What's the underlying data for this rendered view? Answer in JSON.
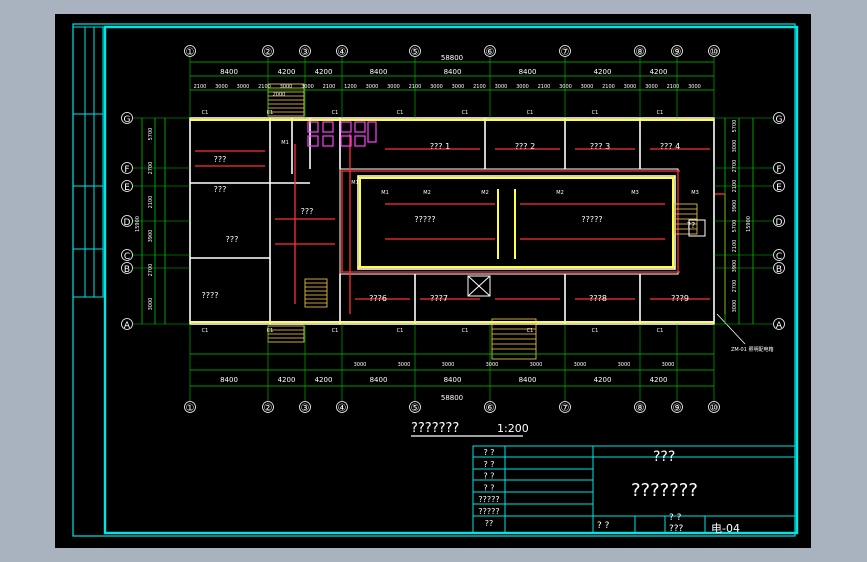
{
  "grid": {
    "columns": [
      "①",
      "②",
      "③",
      "④",
      "⑤",
      "⑥",
      "⑦",
      "⑧",
      "⑨",
      "⑩"
    ],
    "rows": [
      "A",
      "B",
      "C",
      "D",
      "E",
      "F",
      "G"
    ]
  },
  "dimensions": {
    "top_bays": [
      "8400",
      "4200",
      "4200",
      "8400",
      "8400",
      "8400",
      "4200",
      "4200"
    ],
    "bottom_bays": [
      "8400",
      "4200",
      "4200",
      "8400",
      "8400",
      "8400",
      "4200",
      "4200"
    ],
    "overall": "58800",
    "top_windows": [
      "2100",
      "3000",
      "3000",
      "2100",
      "3000",
      "3000",
      "2100",
      "1200",
      "3000",
      "3000",
      "2100",
      "3000",
      "3000",
      "2100",
      "3000",
      "3000",
      "2100",
      "3000",
      "3000",
      "2100",
      "3000",
      "3000",
      "2100",
      "3000"
    ],
    "bottom_windows": [
      "3000",
      "3000",
      "3000",
      "3000",
      "3000",
      "3000",
      "3000",
      "3000"
    ],
    "right_side": [
      "5700",
      "3000",
      "2700",
      "2100",
      "3900",
      "5700",
      "2100",
      "3900",
      "2700",
      "3000"
    ],
    "left_side": [
      "5700",
      "2700",
      "2100",
      "3900",
      "2700",
      "3000"
    ],
    "total_depth": "15900",
    "stair": "2000"
  },
  "rooms": [
    "???",
    "???",
    "???",
    "????",
    "???",
    "??? 1",
    "??? 2",
    "??? 3",
    "??? 4",
    "?????",
    "?????",
    "???6",
    "???7",
    "???8",
    "???9",
    "??"
  ],
  "window_tags": [
    "C1",
    "C1",
    "C1",
    "C1",
    "C1",
    "C1",
    "C1",
    "C1",
    "C1",
    "C1",
    "C1",
    "C1",
    "C1",
    "C1",
    "C1",
    "C1"
  ],
  "door_tags": [
    "M1",
    "M1",
    "M1",
    "M2",
    "M2",
    "M2",
    "M3",
    "M3"
  ],
  "annotation": "ZM-01 照明配电箱",
  "drawing_title": "???????",
  "scale": "1:200",
  "title_block": {
    "left_rows": [
      "?  ?",
      "?  ?",
      "?  ?",
      "?  ?",
      "?????",
      "?????",
      "??"
    ],
    "top_center": "???",
    "main": "???????",
    "bottom_labels": [
      "?  ?",
      "?  ?",
      "???"
    ],
    "drawing_no": "电-04"
  },
  "colors": {
    "sheet": "#000000",
    "border": "#00e5e5",
    "wall": "#ffffff",
    "circuit": "#ff3030",
    "fixture": "#ffff40",
    "dim": "#00c800",
    "stair": "#ffd24a",
    "accent": "#ff40ff"
  }
}
